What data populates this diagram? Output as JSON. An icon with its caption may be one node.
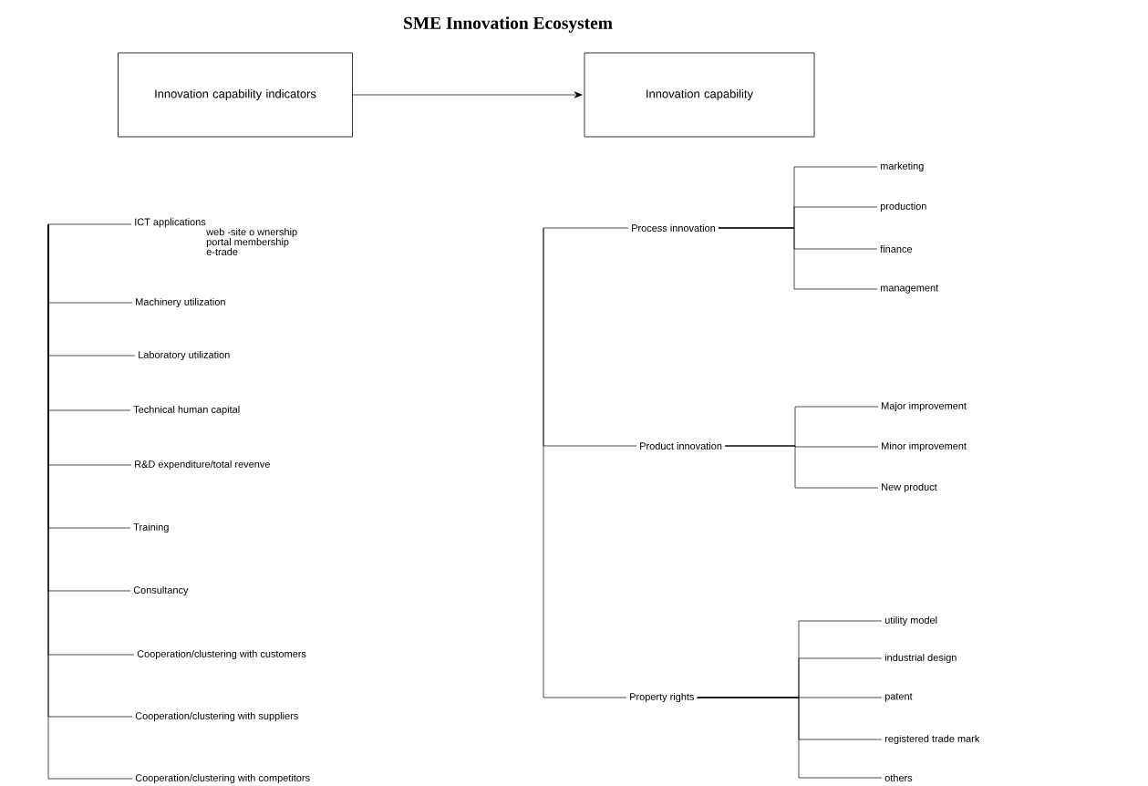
{
  "diagram": {
    "title": "SME Innovation Ecosystem",
    "nodes": [
      {
        "text": [
          "Innovation capability indicators"
        ]
      },
      {
        "text": [
          "Innovation capability"
        ]
      },
      {
        "text": [
          "ICT applications",
          "web -site o wnership",
          "portal membership",
          "e-trade"
        ]
      },
      {
        "text": [
          "Machinery utilization"
        ]
      },
      {
        "text": [
          "Laboratory utilization"
        ]
      },
      {
        "text": [
          "Technical human capital"
        ]
      },
      {
        "text": [
          "R&D expenditure/total revenve"
        ]
      },
      {
        "text": [
          "Training"
        ]
      },
      {
        "text": [
          "Consultancy"
        ]
      },
      {
        "text": [
          "Cooperation/clustering with customers"
        ]
      },
      {
        "text": [
          "Cooperation/clustering with suppliers"
        ]
      },
      {
        "text": [
          "Cooperation/clustering with competitors"
        ]
      },
      {
        "text": [
          "Process innovation"
        ]
      },
      {
        "text": [
          "Product innovation"
        ]
      },
      {
        "text": [
          "Property rights"
        ]
      },
      {
        "text": [
          "marketing"
        ]
      },
      {
        "text": [
          "production"
        ]
      },
      {
        "text": [
          "finance"
        ]
      },
      {
        "text": [
          "management"
        ]
      },
      {
        "text": [
          "Major improvement"
        ]
      },
      {
        "text": [
          "Minor improvement"
        ]
      },
      {
        "text": [
          "New product"
        ]
      },
      {
        "text": [
          "utility model"
        ]
      },
      {
        "text": [
          "industrial design"
        ]
      },
      {
        "text": [
          "patent"
        ]
      },
      {
        "text": [
          "registered trade mark"
        ]
      },
      {
        "text": [
          "others"
        ]
      }
    ],
    "edges": [
      {
        "from": 0,
        "to": 1,
        "arrow": "to"
      },
      {
        "from": null,
        "to": 2,
        "arrow": "none"
      },
      {
        "from": null,
        "to": 3,
        "arrow": "none"
      },
      {
        "from": null,
        "to": 4,
        "arrow": "none"
      },
      {
        "from": null,
        "to": 5,
        "arrow": "none"
      },
      {
        "from": null,
        "to": 6,
        "arrow": "none"
      },
      {
        "from": null,
        "to": 7,
        "arrow": "none"
      },
      {
        "from": null,
        "to": 8,
        "arrow": "none"
      },
      {
        "from": null,
        "to": 9,
        "arrow": "none"
      },
      {
        "from": null,
        "to": 10,
        "arrow": "none"
      },
      {
        "from": null,
        "to": 11,
        "arrow": "none"
      },
      {
        "from": null,
        "to": 12,
        "arrow": "none"
      },
      {
        "from": null,
        "to": 13,
        "arrow": "none"
      },
      {
        "from": null,
        "to": 14,
        "arrow": "none"
      },
      {
        "from": 12,
        "to": 15,
        "arrow": "none"
      },
      {
        "from": 12,
        "to": 16,
        "arrow": "none"
      },
      {
        "from": 12,
        "to": 17,
        "arrow": "none"
      },
      {
        "from": 12,
        "to": 18,
        "arrow": "none"
      },
      {
        "from": 13,
        "to": 19,
        "arrow": "none"
      },
      {
        "from": 13,
        "to": 20,
        "arrow": "none"
      },
      {
        "from": 13,
        "to": 21,
        "arrow": "none"
      },
      {
        "from": 14,
        "to": 22,
        "arrow": "none"
      },
      {
        "from": 14,
        "to": 23,
        "arrow": "none"
      },
      {
        "from": 14,
        "to": 24,
        "arrow": "none"
      },
      {
        "from": 14,
        "to": 25,
        "arrow": "none"
      },
      {
        "from": 14,
        "to": 26,
        "arrow": "none"
      }
    ]
  }
}
